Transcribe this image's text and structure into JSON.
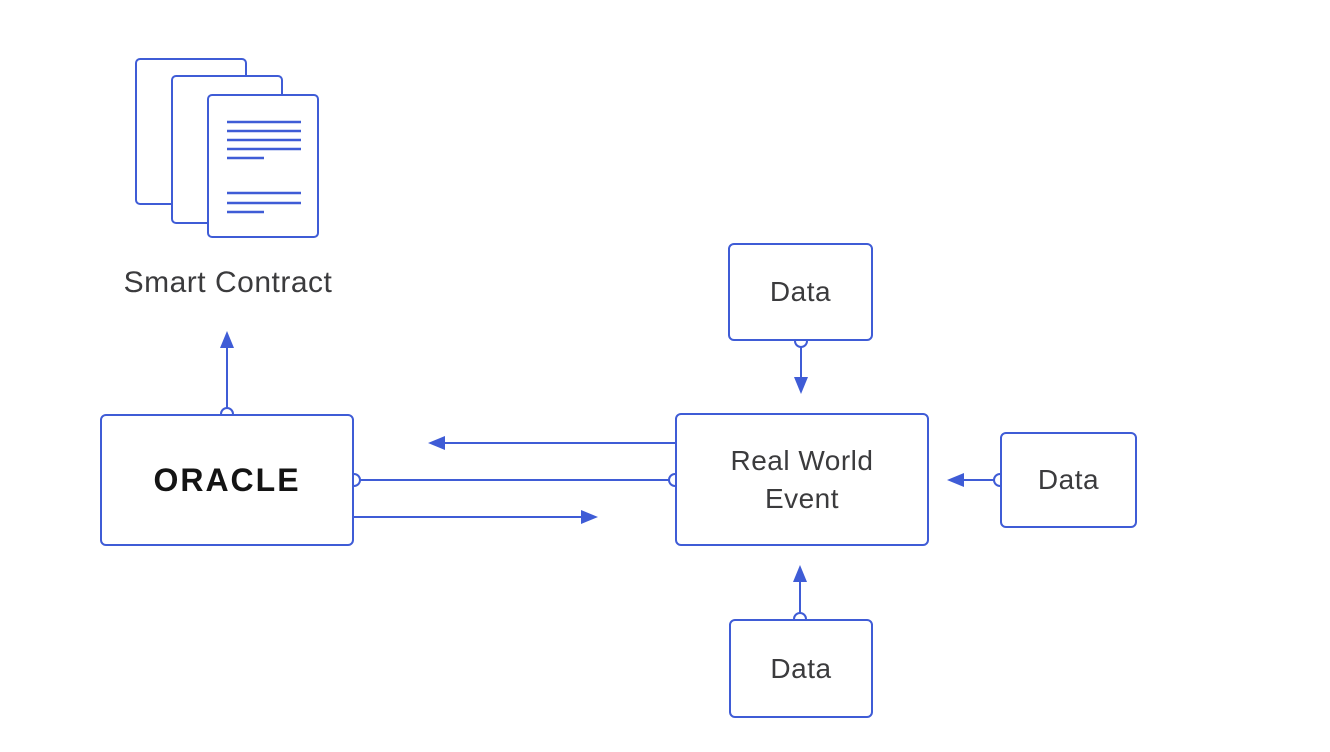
{
  "diagram": {
    "nodes": {
      "smart_contract": {
        "label": "Smart Contract"
      },
      "oracle": {
        "label": "ORACLE"
      },
      "real_world_event": {
        "label": "Real World Event"
      },
      "data_top": {
        "label": "Data"
      },
      "data_right": {
        "label": "Data"
      },
      "data_bottom": {
        "label": "Data"
      }
    },
    "edges": [
      {
        "from": "oracle",
        "to": "smart_contract",
        "type": "arrow",
        "direction": "up"
      },
      {
        "from": "real_world_event",
        "to": "oracle",
        "type": "arrow",
        "direction": "left"
      },
      {
        "from": "oracle",
        "to": "real_world_event",
        "type": "line-with-connector-circles",
        "direction": "none"
      },
      {
        "from": "oracle",
        "to": "real_world_event",
        "type": "arrow",
        "direction": "right"
      },
      {
        "from": "data_top",
        "to": "real_world_event",
        "type": "arrow",
        "direction": "down"
      },
      {
        "from": "data_right",
        "to": "real_world_event",
        "type": "arrow",
        "direction": "left"
      },
      {
        "from": "data_bottom",
        "to": "real_world_event",
        "type": "arrow",
        "direction": "up"
      }
    ],
    "icons": [
      {
        "name": "smart-contract-documents-icon",
        "description": "stack of three document pages with text lines"
      }
    ],
    "colors": {
      "line": "#3f5cd6",
      "label_text": "#3b3b3d",
      "oracle_text": "#141414",
      "background": "#ffffff"
    }
  }
}
